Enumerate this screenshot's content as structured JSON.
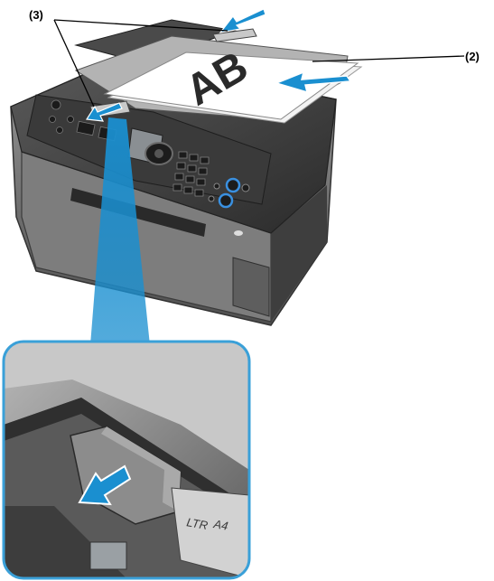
{
  "callouts": {
    "document_guides": "(3)",
    "document_tray": "(2)"
  },
  "document": {
    "text": "AB"
  },
  "paper_size_marks": {
    "ltr": "LTR",
    "a4": "A4"
  },
  "colors": {
    "arrow_blue": "#1a8fd0",
    "zoom_border": "#3aa0d8",
    "button_ring_blue": "#3a90e0",
    "printer_body": "#6b6b6b",
    "printer_dark": "#2e2e2e"
  }
}
